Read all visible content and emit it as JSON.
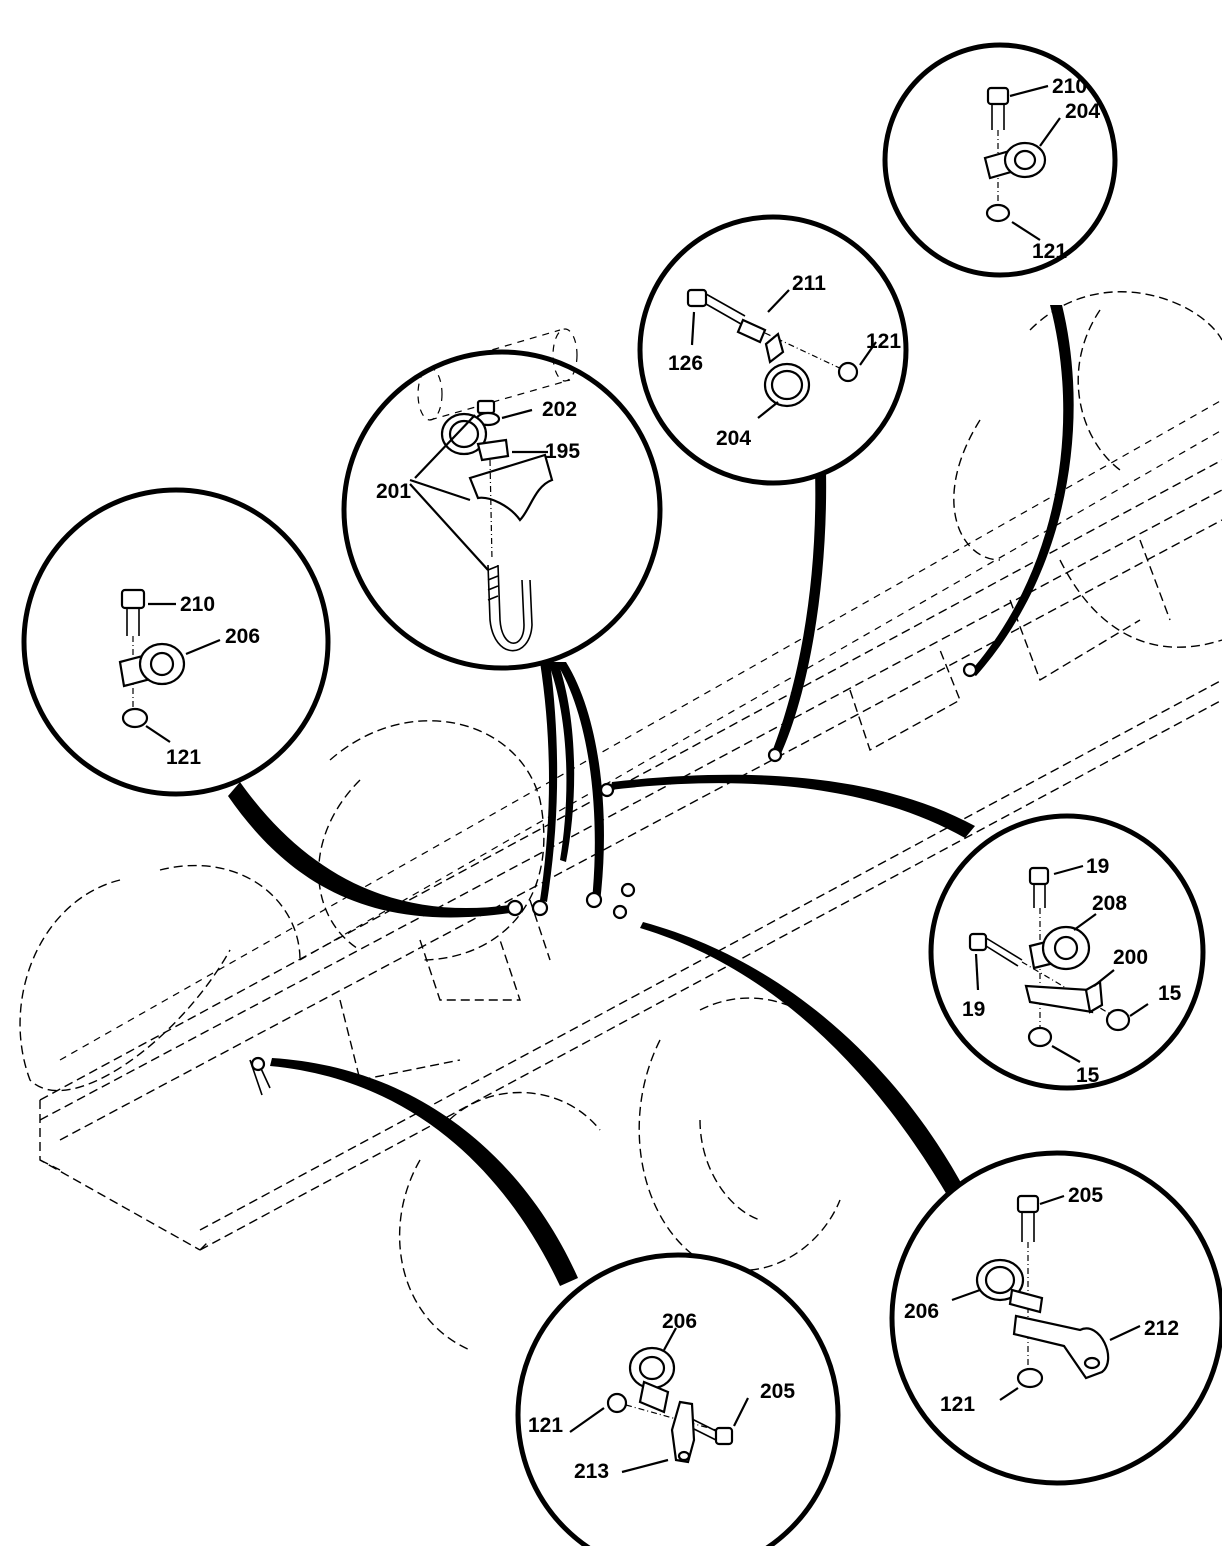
{
  "diagram": {
    "callouts": [
      {
        "id": "detail-top-right",
        "labels": [
          "210",
          "204",
          "121"
        ]
      },
      {
        "id": "detail-upper-mid",
        "labels": [
          "211",
          "126",
          "121",
          "204"
        ]
      },
      {
        "id": "detail-ubolt",
        "labels": [
          "202",
          "195",
          "201"
        ]
      },
      {
        "id": "detail-left",
        "labels": [
          "210",
          "206",
          "121"
        ]
      },
      {
        "id": "detail-right-mid",
        "labels": [
          "19",
          "208",
          "200",
          "19",
          "15",
          "15"
        ]
      },
      {
        "id": "detail-bottom-right",
        "labels": [
          "205",
          "206",
          "212",
          "121"
        ]
      },
      {
        "id": "detail-bottom-mid",
        "labels": [
          "206",
          "205",
          "121",
          "213"
        ]
      }
    ]
  }
}
